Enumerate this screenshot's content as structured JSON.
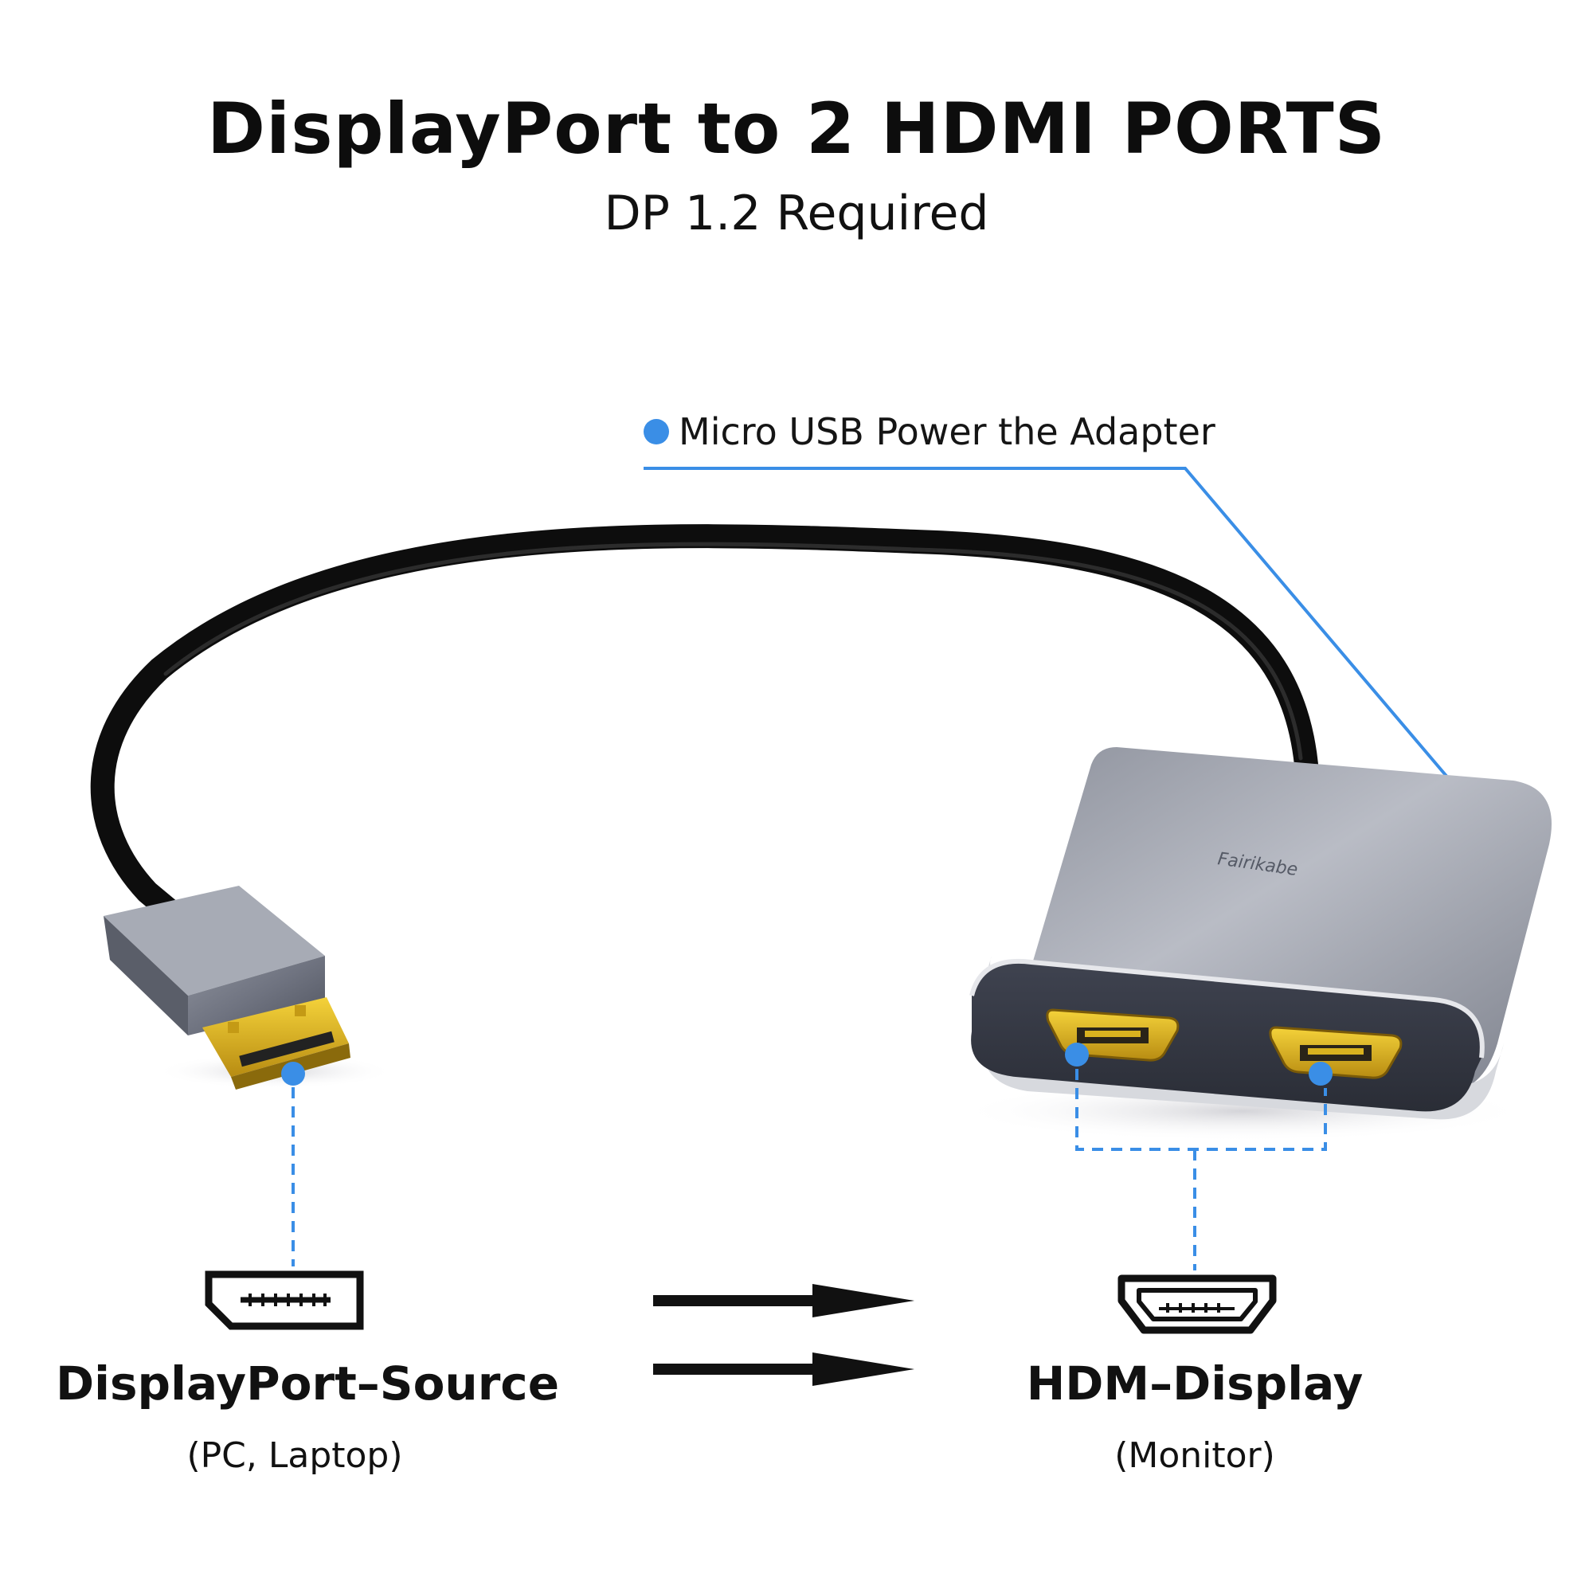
{
  "title": "DisplayPort to 2 HDMI PORTS",
  "subtitle": "DP 1.2 Required",
  "callout": {
    "text": "Micro USB Power the Adapter"
  },
  "adapter": {
    "brand": "Fairikabe"
  },
  "source": {
    "label": "DisplayPort–Source",
    "sublabel": "(PC, Laptop)"
  },
  "display": {
    "label": "HDM–Display",
    "sublabel": "(Monitor)"
  },
  "colors": {
    "accent_blue": "#3a8ee6",
    "gold": "#d9b21f",
    "housing_gray": "#7a7f8c",
    "cable_black": "#111111"
  },
  "icons": {
    "displayport_port": "displayport-port-icon",
    "hdmi_port": "hdmi-port-icon",
    "arrow": "arrow-right-icon"
  }
}
